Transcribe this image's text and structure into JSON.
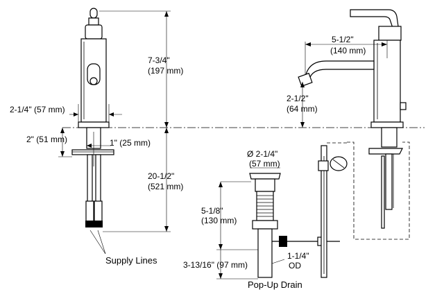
{
  "dimensions": {
    "faucet_height": {
      "imperial": "7-3/4\"",
      "metric": "(197 mm)"
    },
    "base_width": {
      "label": "2-1/4\" (57 mm)"
    },
    "base_height": {
      "label": "2\" (51 mm)"
    },
    "shank_offset": {
      "label": "1\" (25 mm)"
    },
    "supply_length": {
      "imperial": "20-1/2\"",
      "metric": "(521 mm)"
    },
    "spout_reach": {
      "imperial": "5-1/2\"",
      "metric": "(140 mm)"
    },
    "spout_clearance": {
      "imperial": "2-1/2\"",
      "metric": "(64 mm)"
    },
    "drain_diameter": {
      "imperial": "Ø 2-1/4\"",
      "metric": "(57 mm)"
    },
    "drain_height": {
      "imperial": "5-1/8\"",
      "metric": "(130 mm)"
    },
    "tailpiece_length": {
      "label": "3-13/16\" (97 mm)"
    },
    "tailpiece_od": {
      "imperial": "1-1/4\"",
      "metric": "OD"
    }
  },
  "labels": {
    "supply_lines": "Supply Lines",
    "popup_drain": "Pop-Up Drain"
  }
}
